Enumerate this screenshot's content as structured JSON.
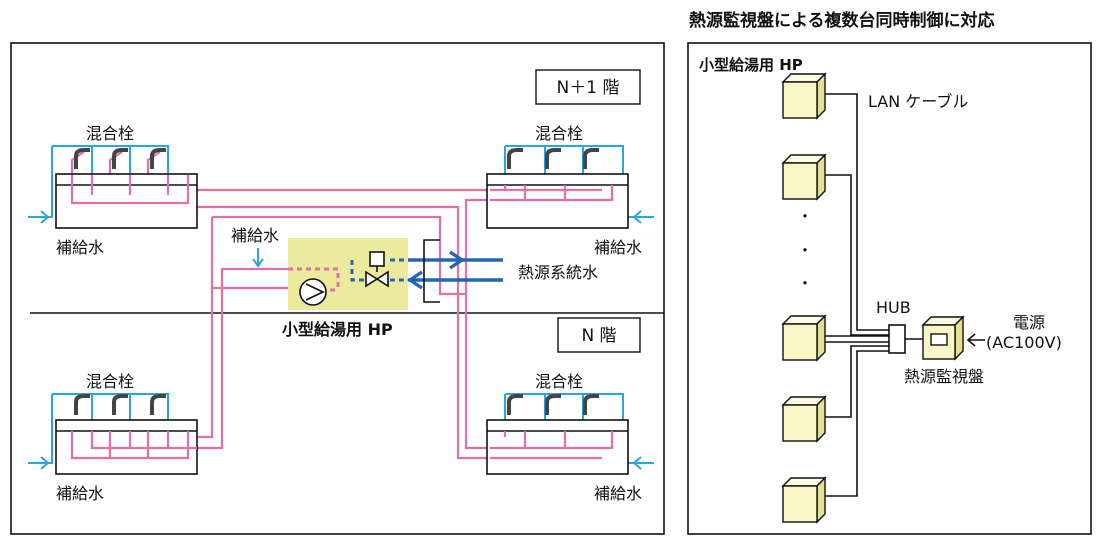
{
  "header": {
    "title": "熱源監視盤による複数台同時制御に対応"
  },
  "left_panel": {
    "floor_upper": "N＋1 階",
    "floor_lower": "N 階",
    "mixer_label": "混合栓",
    "supply_label": "補給水",
    "hp_label": "小型給湯用 HP",
    "heat_source_water": "熱源系統水",
    "hp_supply_label": "補給水"
  },
  "right_panel": {
    "title": "小型給湯用 HP",
    "lan_cable": "LAN ケーブル",
    "hub": "HUB",
    "power_line1": "電源",
    "power_line2": "(AC100V)",
    "monitor": "熱源監視盤",
    "ellipsis": "・"
  },
  "colors": {
    "hot_water_pipe": "#e070a8",
    "cold_water_pipe": "#2aa6de",
    "heat_source_pipe": "#2466b3",
    "hp_unit_fill": "#ecea9c",
    "device_fill": "#f8f6c6"
  }
}
